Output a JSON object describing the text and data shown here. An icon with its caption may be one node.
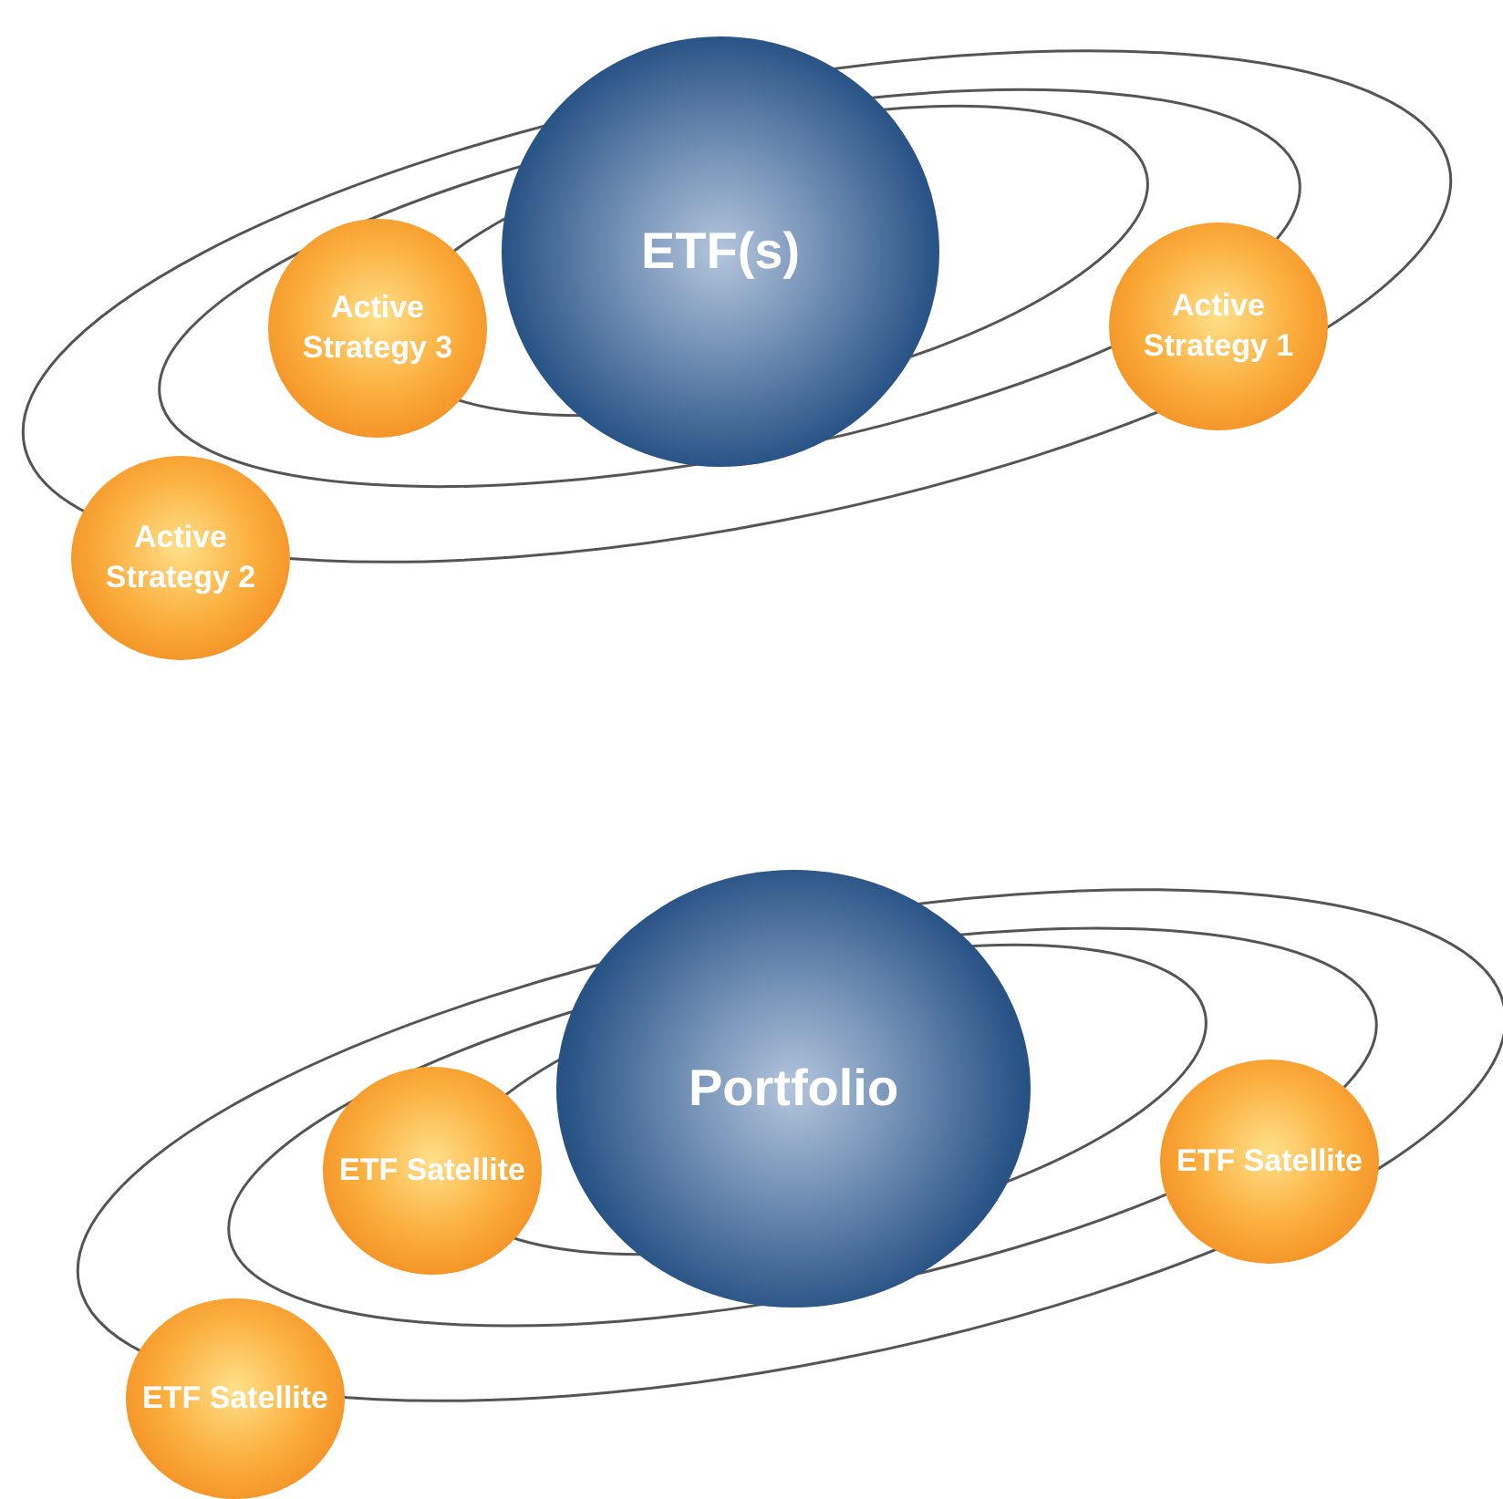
{
  "diagram": {
    "nodes": [
      {
        "text": [
          "ETF(s)"
        ]
      },
      {
        "text": [
          "Active Strategy 3"
        ]
      },
      {
        "text": [
          "Active Strategy 1"
        ]
      },
      {
        "text": [
          "Active Strategy 2"
        ]
      },
      {
        "text": [
          "Portfolio"
        ]
      },
      {
        "text": [
          "ETF Satellite"
        ]
      },
      {
        "text": [
          "ETF Satellite"
        ]
      },
      {
        "text": [
          "ETF Satellite"
        ]
      }
    ]
  }
}
